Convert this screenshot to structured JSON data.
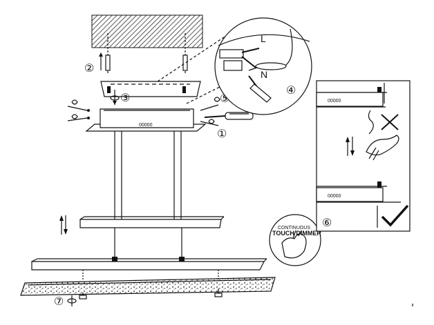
{
  "labels": {
    "wire_L": "L",
    "wire_N": "N",
    "step_1": "①",
    "step_2": "②",
    "step_3": "③",
    "step_4": "④",
    "step_5": "⑤",
    "step_6": "⑥",
    "step_7": "⑦",
    "model_code_1": "00000",
    "model_code_2": "00000",
    "model_code_3": "00000",
    "dimmer_line_1": "CONTINUOUS",
    "dimmer_line_2": "TOUCH DIMMER"
  },
  "colors": {
    "line": "#111111",
    "background": "#ffffff",
    "hatch": "#111111"
  },
  "icons": [
    "ceiling-hatch",
    "screwdriver-icon",
    "rotate-arrow-icon",
    "cross-mark-icon",
    "check-mark-icon",
    "hand-icon",
    "up-down-arrow-icon"
  ]
}
